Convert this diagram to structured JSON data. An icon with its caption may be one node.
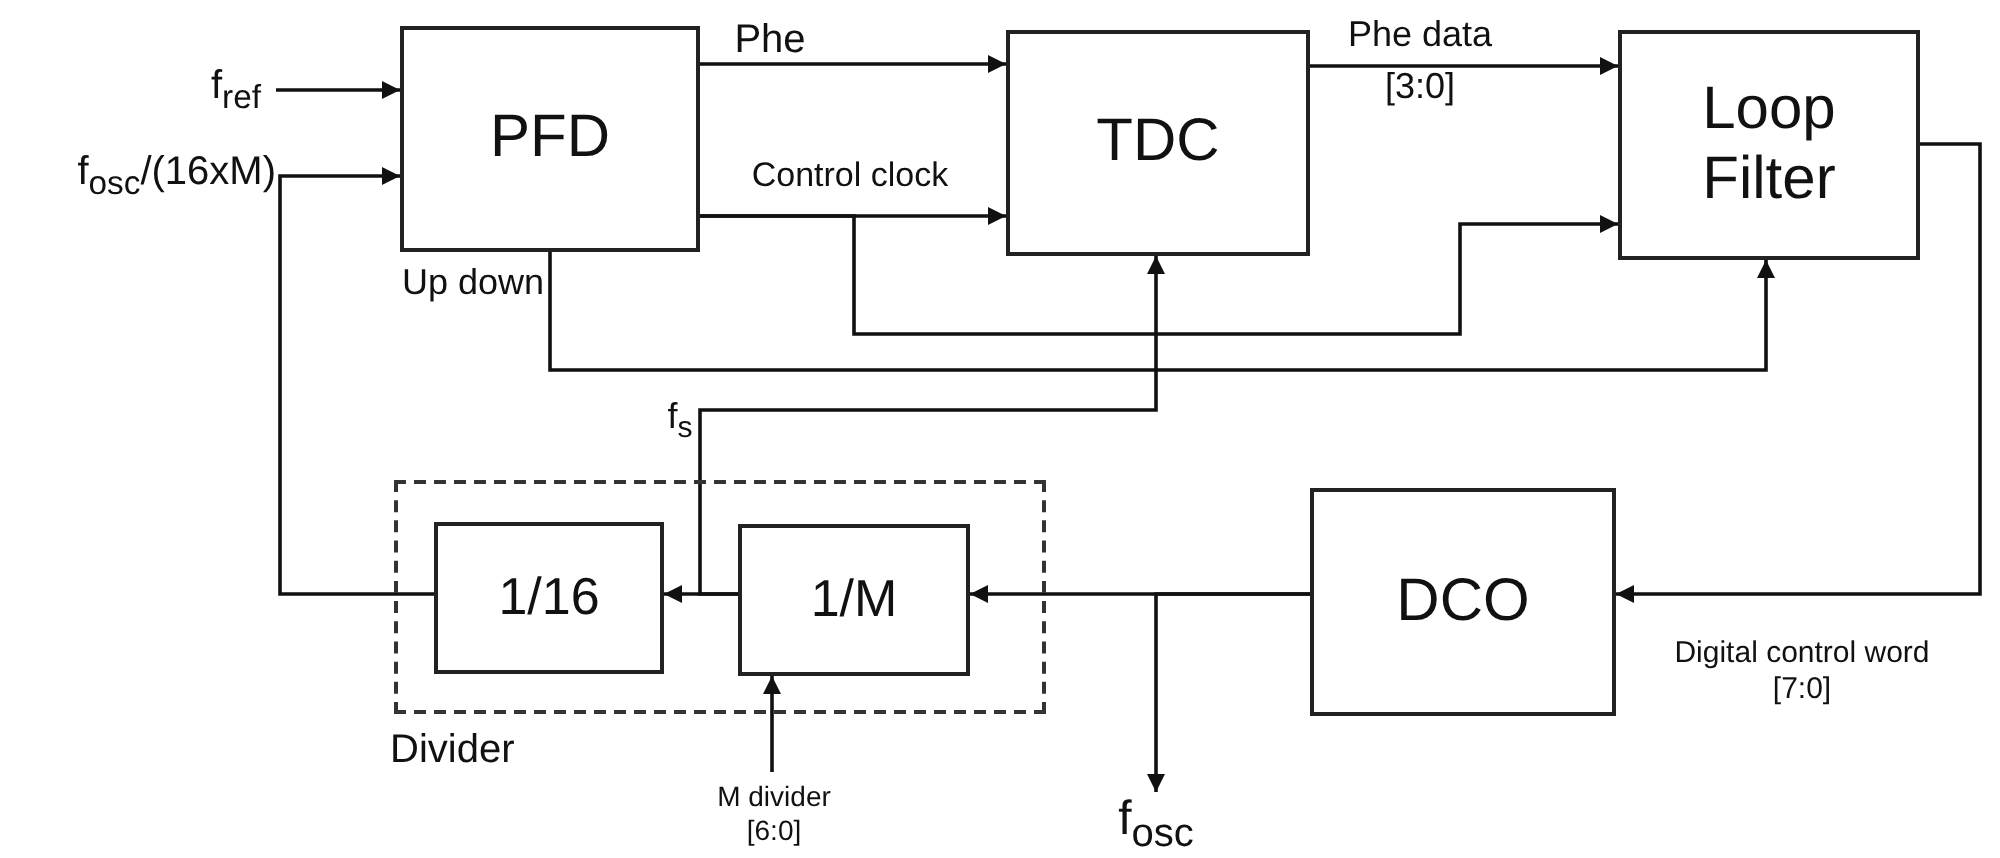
{
  "diagram": {
    "nodes": [
      {
        "text": [
          "PFD"
        ]
      },
      {
        "text": [
          "TDC"
        ]
      },
      {
        "text": [
          "Loop Filter"
        ]
      },
      {
        "text": [
          "Divider"
        ]
      },
      {
        "text": [
          "1/16"
        ],
        "in": 3
      },
      {
        "text": [
          "1/M"
        ],
        "in": 3
      },
      {
        "text": [
          "DCO"
        ]
      },
      {
        "text": [
          "f$_{ref}$"
        ]
      },
      {
        "text": [
          "M divider [6:0]"
        ]
      },
      {
        "text": [
          "f$_{osc}$"
        ]
      }
    ],
    "edges": [
      {
        "from": 7,
        "to": 0,
        "arrow": "to"
      },
      {
        "from": 4,
        "to": 0,
        "arrow": "to",
        "label": "f$_{osc}$/(16xM)"
      },
      {
        "from": 0,
        "to": 1,
        "arrow": "to",
        "label": "Phe"
      },
      {
        "from": 0,
        "to": 1,
        "arrow": "to",
        "label": "Control clock"
      },
      {
        "from": 0,
        "to": 2,
        "arrow": "to"
      },
      {
        "from": 0,
        "to": 2,
        "arrow": "to",
        "label": "Up down"
      },
      {
        "from": 1,
        "to": 2,
        "arrow": "to",
        "label": "Phe data [3:0]"
      },
      {
        "from": 2,
        "to": 6,
        "arrow": "to",
        "label": "Digital control word [7:0]"
      },
      {
        "from": 6,
        "to": 5,
        "arrow": "to"
      },
      {
        "from": 6,
        "to": 9,
        "arrow": "to"
      },
      {
        "from": 5,
        "to": 4,
        "arrow": "to"
      },
      {
        "from": 5,
        "to": 1,
        "arrow": "to",
        "label": "f$_{s}$"
      },
      {
        "from": 8,
        "to": 5,
        "arrow": "to"
      }
    ]
  }
}
